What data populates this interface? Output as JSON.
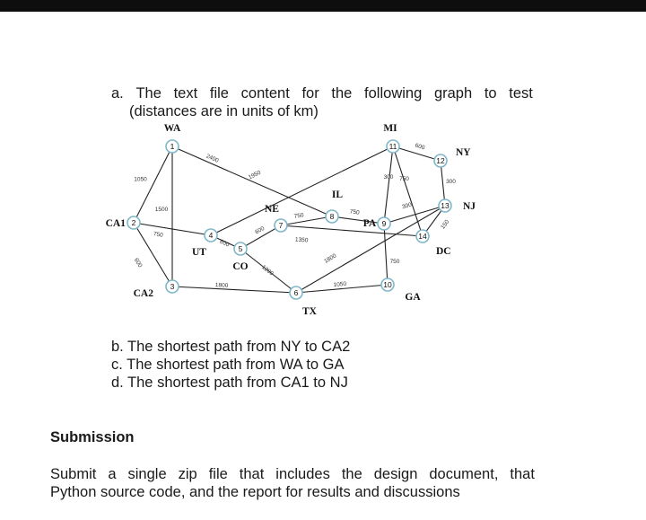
{
  "part_a": {
    "line1_words": [
      "a.",
      "The",
      "text",
      "file",
      "content",
      "for",
      "the",
      "following",
      "graph",
      "to",
      "test"
    ],
    "line2": "(distances are in units of km)"
  },
  "graph": {
    "nodes": [
      {
        "id": "1",
        "state": "WA"
      },
      {
        "id": "2",
        "state": "CA1"
      },
      {
        "id": "3",
        "state": "CA2"
      },
      {
        "id": "4",
        "state": "UT"
      },
      {
        "id": "5",
        "state": "CO"
      },
      {
        "id": "6",
        "state": "TX"
      },
      {
        "id": "7",
        "state": "NE"
      },
      {
        "id": "8",
        "state": "IL"
      },
      {
        "id": "9",
        "state": "PA"
      },
      {
        "id": "10",
        "state": "GA"
      },
      {
        "id": "11",
        "state": "MI"
      },
      {
        "id": "12",
        "state": "NY"
      },
      {
        "id": "13",
        "state": "NJ"
      },
      {
        "id": "14",
        "state": "DC"
      }
    ],
    "edges": [
      {
        "from": "1",
        "to": "2",
        "km": "1050"
      },
      {
        "from": "1",
        "to": "3",
        "km": "1500"
      },
      {
        "from": "1",
        "to": "8",
        "km": "2400"
      },
      {
        "from": "2",
        "to": "3",
        "km": "600"
      },
      {
        "from": "2",
        "to": "4",
        "km": "750"
      },
      {
        "from": "3",
        "to": "6",
        "km": "1800"
      },
      {
        "from": "4",
        "to": "5",
        "km": "600"
      },
      {
        "from": "4",
        "to": "11",
        "km": "1950"
      },
      {
        "from": "5",
        "to": "7",
        "km": "600"
      },
      {
        "from": "5",
        "to": "6",
        "km": "1200"
      },
      {
        "from": "7",
        "to": "8",
        "km": "750"
      },
      {
        "from": "7",
        "to": "14",
        "km": "1350"
      },
      {
        "from": "6",
        "to": "10",
        "km": "1050"
      },
      {
        "from": "6",
        "to": "13",
        "km": "1800"
      },
      {
        "from": "8",
        "to": "9",
        "km": "750"
      },
      {
        "from": "9",
        "to": "11",
        "km": "300"
      },
      {
        "from": "9",
        "to": "13",
        "km": "300"
      },
      {
        "from": "9",
        "to": "10",
        "km": "750"
      },
      {
        "from": "11",
        "to": "12",
        "km": "600"
      },
      {
        "from": "11",
        "to": "14",
        "km": "750"
      },
      {
        "from": "12",
        "to": "13",
        "km": "300"
      },
      {
        "from": "13",
        "to": "14",
        "km": "150"
      }
    ]
  },
  "questions": [
    "b. The shortest path from NY to CA2",
    "c. The shortest path from WA to GA",
    "d. The shortest path from CA1 to NJ"
  ],
  "submission": {
    "heading": "Submission",
    "line1_words": [
      "Submit",
      "a",
      "single",
      "zip",
      "file",
      "that",
      "includes",
      "the",
      "design",
      "document,",
      "that"
    ],
    "line2": "Python source code, and the report for results and discussions"
  },
  "colors": {
    "top_bar": "#0e0e0e",
    "node_ring": "#7fb7c9",
    "edge": "#222222",
    "text": "#1a1a1a"
  }
}
